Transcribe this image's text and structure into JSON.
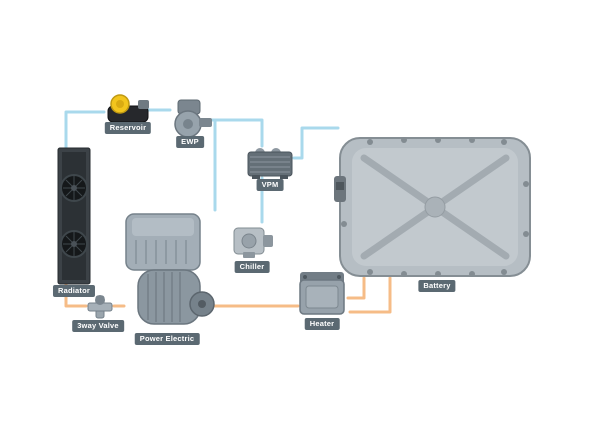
{
  "diagram": {
    "components": [
      {
        "label": "Reservoir"
      },
      {
        "label": "EWP"
      },
      {
        "label": "VPM"
      },
      {
        "label": "Radiator"
      },
      {
        "label": "3way Valve"
      },
      {
        "label": "Power Electric"
      },
      {
        "label": "Chiller"
      },
      {
        "label": "Heater"
      },
      {
        "label": "Battery"
      }
    ],
    "colors": {
      "coolant_line": "#a9d9ec",
      "heater_line": "#f6bc87",
      "label_background": "#5b6972",
      "label_text": "#ffffff",
      "reservoir_cap": "#f2c51d"
    }
  }
}
